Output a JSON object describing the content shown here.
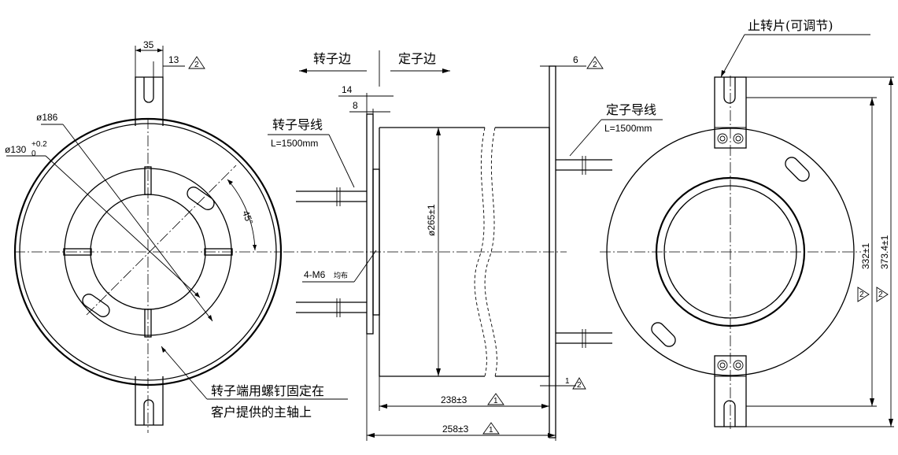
{
  "left_view": {
    "dim_35": "35",
    "dim_13": "13",
    "rev_2": "2",
    "dia_186": "ø186",
    "dia_130": "ø130",
    "tol_upper": "+0.2",
    "tol_lower": "0",
    "angle_45": "45°",
    "note_line1": "转子端用螺钉固定在",
    "note_line2": "客户提供的主轴上"
  },
  "middle_view": {
    "rotor_side": "转子边",
    "stator_side": "定子边",
    "dim_14": "14",
    "dim_8": "8",
    "dim_6": "6",
    "dim_1": "1",
    "rotor_wire": "转子导线",
    "rotor_wire_len": "L=1500mm",
    "stator_wire": "定子导线",
    "stator_wire_len": "L=1500mm",
    "bolt_spec": "4-M6",
    "bolt_even": "均布",
    "dia_265": "ø265±1",
    "len_238": "238±3",
    "len_258": "258±3",
    "rev_1": "1"
  },
  "right_view": {
    "tab_label": "止转片(可调节)",
    "dim_332": "332±1",
    "dim_373": "373.4±1"
  }
}
